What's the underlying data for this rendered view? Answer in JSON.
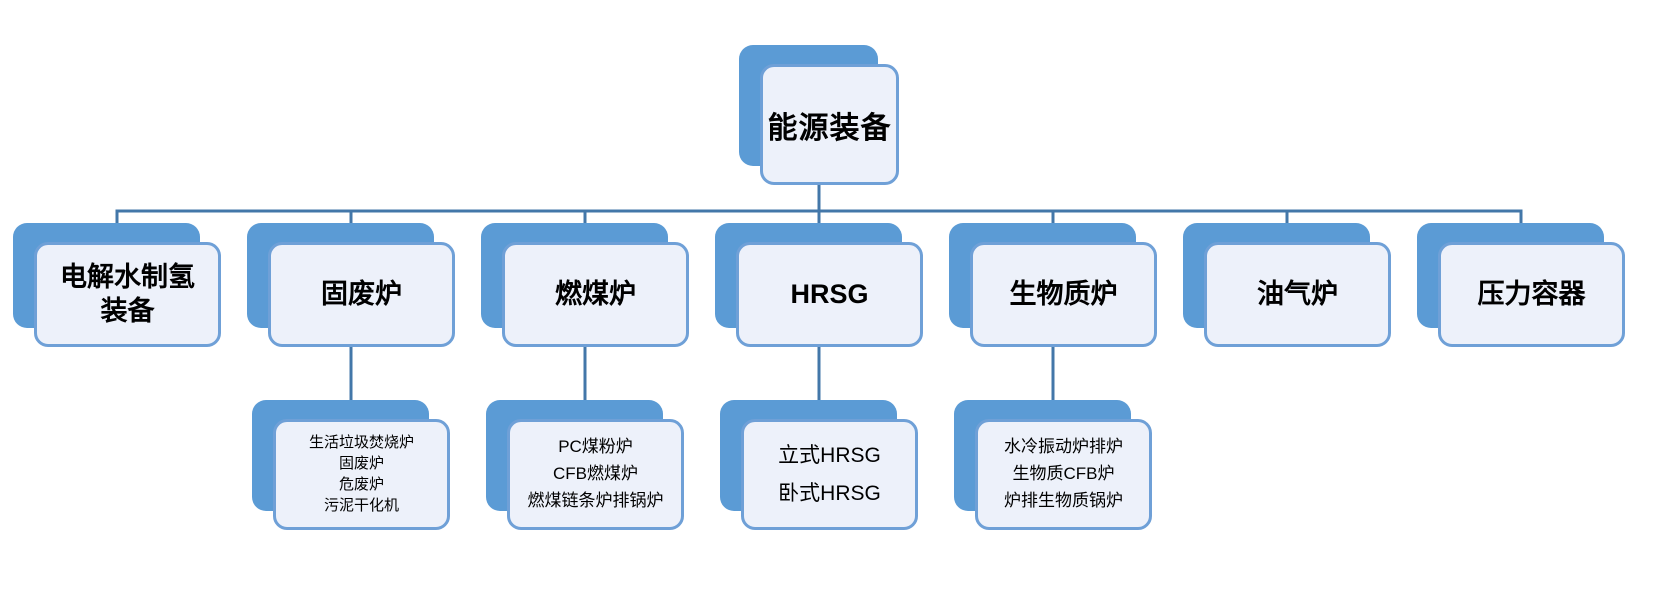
{
  "diagram": {
    "root": {
      "label": "能源装备"
    },
    "branches": [
      {
        "label": "电解水制氢装备",
        "children": []
      },
      {
        "label": "固废炉",
        "children": [
          "生活垃圾焚烧炉",
          "固废炉",
          "危废炉",
          "污泥干化机"
        ]
      },
      {
        "label": "燃煤炉",
        "children": [
          "PC煤粉炉",
          "CFB燃煤炉",
          "燃煤链条炉排锅炉"
        ]
      },
      {
        "label": "HRSG",
        "children": [
          "立式HRSG",
          "卧式HRSG"
        ]
      },
      {
        "label": "生物质炉",
        "children": [
          "水冷振动炉排炉",
          "生物质CFB炉",
          "炉排生物质锅炉"
        ]
      },
      {
        "label": "油气炉",
        "children": []
      },
      {
        "label": "压力容器",
        "children": []
      }
    ],
    "colors": {
      "canvas_background": "#FFFFFF",
      "node_shadow_blue": "#5B9BD5",
      "card_fill": "#EDF1FA",
      "card_border": "#6FA0D7",
      "connector": "#4377A9",
      "text": "#000000"
    }
  }
}
